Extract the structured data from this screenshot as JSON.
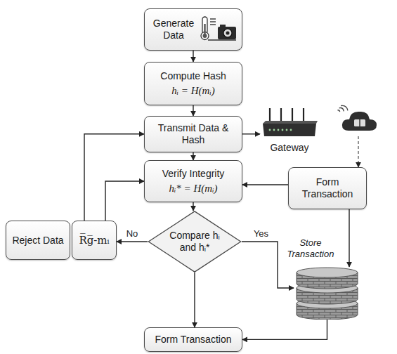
{
  "diagram": {
    "nodes": [
      {
        "text": [
          "Generate Data"
        ]
      },
      {
        "text": [
          "Compute Hash",
          "hᵢ = H(mᵢ)"
        ]
      },
      {
        "text": [
          "Transmit Data & Hash"
        ]
      },
      {
        "text": [
          "Verify Integrity",
          "hᵢ* = H(mᵢ)"
        ]
      },
      {
        "text": [
          "Compare hᵢ and hᵢ*"
        ]
      },
      {
        "text": [
          "Form Transaction"
        ]
      },
      {
        "text": [
          "Reject Data"
        ]
      },
      {
        "text": [
          "R̅g̅-mᵢ"
        ]
      },
      {
        "text": [
          "Form Transaction"
        ]
      },
      {
        "text": [
          "Gateway"
        ]
      },
      {
        "text": [
          "Store Transaction"
        ]
      }
    ],
    "edges": [
      {
        "from": 0,
        "to": 1,
        "arrow": "to"
      },
      {
        "from": 1,
        "to": 2,
        "arrow": "to"
      },
      {
        "from": 2,
        "to": 3,
        "arrow": "to"
      },
      {
        "from": 3,
        "to": 4,
        "arrow": "to"
      },
      {
        "from": 4,
        "to": 5,
        "arrow": "to"
      },
      {
        "from": 4,
        "to": 10,
        "label": "Yes",
        "arrow": "to"
      },
      {
        "from": 4,
        "to": 7,
        "label": "No",
        "arrow": "to"
      },
      {
        "from": 7,
        "to": 2,
        "arrow": "to"
      },
      {
        "from": 7,
        "to": 3,
        "arrow": "to"
      },
      {
        "from": 2,
        "to": 9,
        "arrow": "to"
      },
      {
        "from": 9,
        "to": 8,
        "arrow": "to"
      },
      {
        "from": 8,
        "to": 3,
        "arrow": "to"
      },
      {
        "from": 8,
        "to": 10,
        "arrow": "to"
      },
      {
        "from": 10,
        "to": 5,
        "arrow": "to"
      }
    ]
  }
}
